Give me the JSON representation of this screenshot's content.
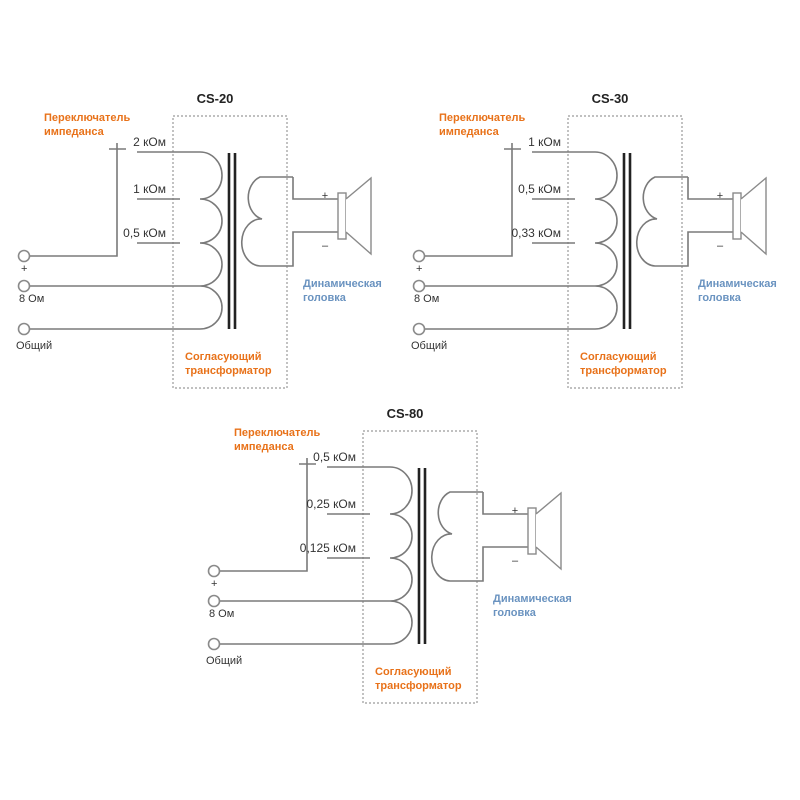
{
  "diagrams": [
    {
      "id": "cs20",
      "title": "CS-20",
      "taps": [
        "2 кОм",
        "1 кОм",
        "0,5 кОм"
      ],
      "switch_label": [
        "Переключатель",
        "импеданса"
      ],
      "transformer_label": [
        "Согласующий",
        "трансформатор"
      ],
      "speaker_label": [
        "Динамическая",
        "головка"
      ],
      "terminals": {
        "plus": "+",
        "eight_ohm": "8 Ом",
        "common": "Общий"
      },
      "speaker_polarity": {
        "plus": "+",
        "minus": "–"
      }
    },
    {
      "id": "cs30",
      "title": "CS-30",
      "taps": [
        "1 кОм",
        "0,5 кОм",
        "0,33 кОм"
      ],
      "switch_label": [
        "Переключатель",
        "импеданса"
      ],
      "transformer_label": [
        "Согласующий",
        "трансформатор"
      ],
      "speaker_label": [
        "Динамическая",
        "головка"
      ],
      "terminals": {
        "plus": "+",
        "eight_ohm": "8 Ом",
        "common": "Общий"
      },
      "speaker_polarity": {
        "plus": "+",
        "minus": "–"
      }
    },
    {
      "id": "cs80",
      "title": "CS-80",
      "taps": [
        "0,5 кОм",
        "0,25 кОм",
        "0,125 кОм"
      ],
      "switch_label": [
        "Переключатель",
        "импеданса"
      ],
      "transformer_label": [
        "Согласующий",
        "трансформатор"
      ],
      "speaker_label": [
        "Динамическая",
        "головка"
      ],
      "terminals": {
        "plus": "+",
        "eight_ohm": "8 Ом",
        "common": "Общий"
      },
      "speaker_polarity": {
        "plus": "+",
        "minus": "–"
      }
    }
  ],
  "colors": {
    "orange": "#e8721a",
    "blue": "#6a93c0",
    "wire": "#7a7a7a",
    "core": "#222222"
  }
}
